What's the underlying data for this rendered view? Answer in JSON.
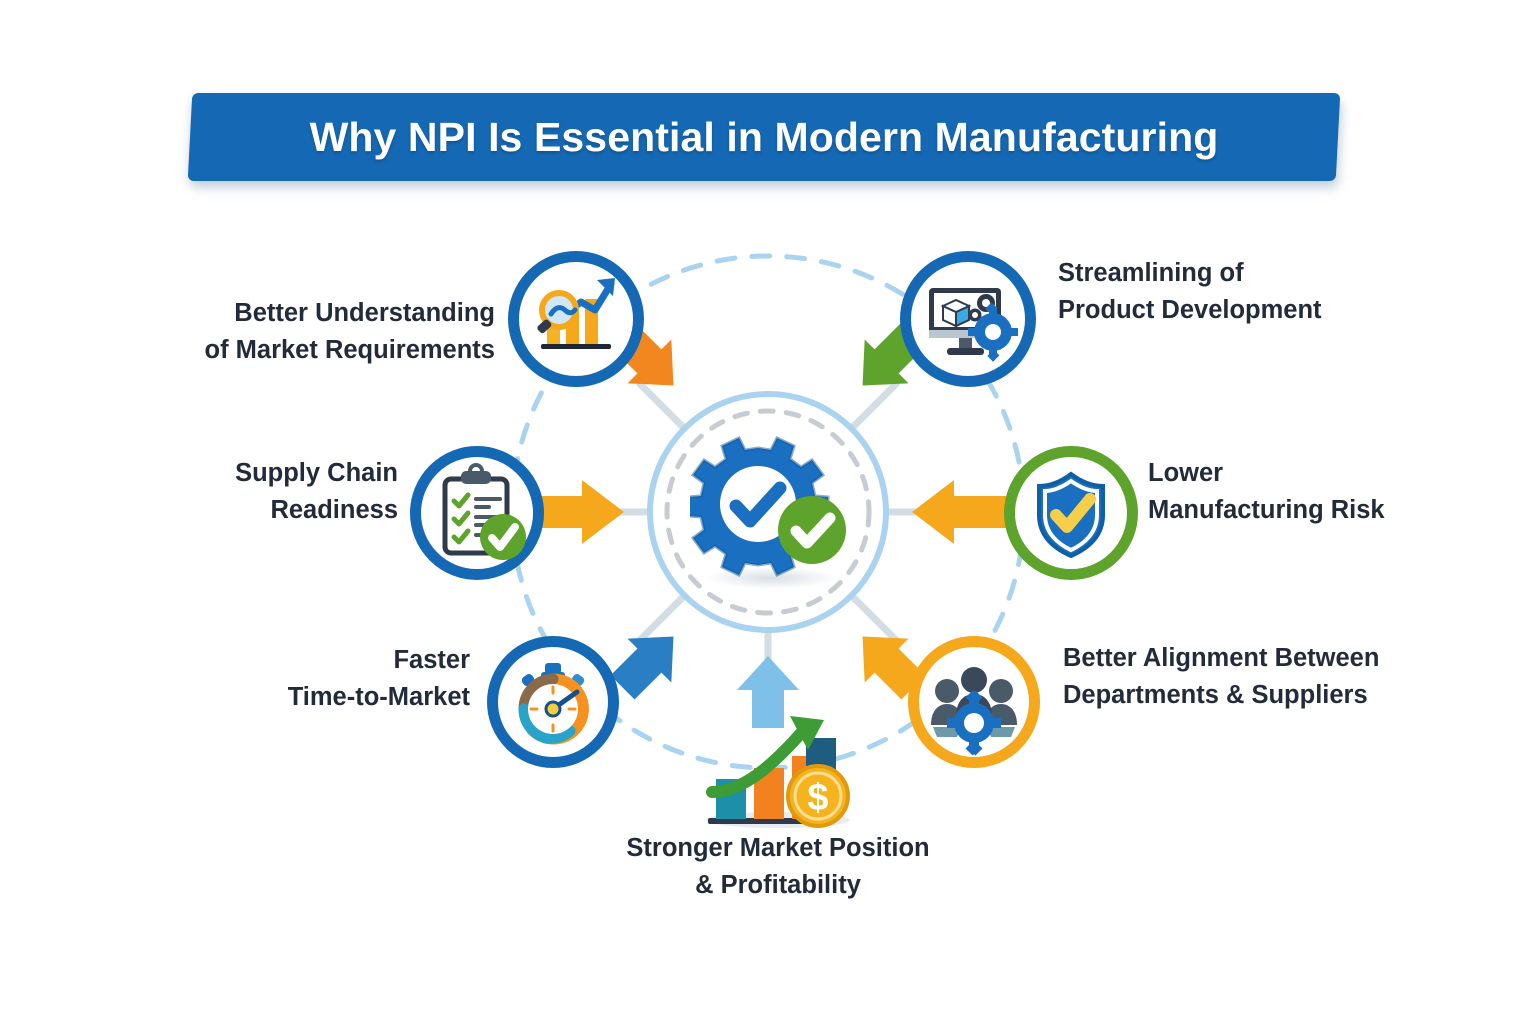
{
  "title": {
    "text": "Why NPI Is Essential in Modern Manufacturing",
    "banner_color": "#1569b4",
    "text_color": "#ffffff"
  },
  "theme": {
    "text_color": "#232b3b",
    "blue": "#1569b4",
    "green": "#5ea32b",
    "amber": "#f5a81c",
    "orange": "#f2871f",
    "light_blue": "#a9d3ef",
    "gray_dash": "#c6ccd2",
    "background": "#ffffff"
  },
  "center": {
    "icon": "gear-check-icon",
    "description": "Blue gear with blue checkmark and green circular checkmark badge",
    "ring_outer_dashed_color": "#a9d3ef",
    "ring_inner_solid_color": "#a9d3ef",
    "ring_inner_dashed_color": "#c6ccd2"
  },
  "nodes": [
    {
      "id": "market-requirements",
      "icon": "magnifier-bar-chart-icon",
      "ring_color": "#1569b4",
      "label_lines": [
        "Better Understanding",
        "of Market Requirements"
      ],
      "label_align": "right",
      "arrow_color": "#f2871f",
      "arrow_direction": "down-right-to-center"
    },
    {
      "id": "product-development",
      "icon": "monitor-box-gears-icon",
      "ring_color": "#1569b4",
      "label_lines": [
        "Streamlining of",
        "Product Development"
      ],
      "label_align": "left",
      "arrow_color": "#5ea32b",
      "arrow_direction": "down-left-to-center"
    },
    {
      "id": "supply-chain-readiness",
      "icon": "clipboard-checklist-icon",
      "ring_color": "#1569b4",
      "label_lines": [
        "Supply Chain",
        "Readiness"
      ],
      "label_align": "right",
      "arrow_color": "#f5a81c",
      "arrow_direction": "right-to-center"
    },
    {
      "id": "manufacturing-risk",
      "icon": "shield-check-icon",
      "ring_color": "#5ea32b",
      "label_lines": [
        "Lower",
        "Manufacturing Risk"
      ],
      "label_align": "left",
      "arrow_color": "#f5a81c",
      "arrow_direction": "left-to-center"
    },
    {
      "id": "time-to-market",
      "icon": "stopwatch-icon",
      "ring_color": "#1569b4",
      "label_lines": [
        "Faster",
        "Time-to-Market"
      ],
      "label_align": "right",
      "arrow_color": "#2a7fc4",
      "arrow_direction": "up-right-to-center"
    },
    {
      "id": "alignment-departments-suppliers",
      "icon": "team-gear-icon",
      "ring_color": "#f5a81c",
      "label_lines": [
        "Better Alignment Between",
        "Departments & Suppliers"
      ],
      "label_align": "left",
      "arrow_color": "#f5a81c",
      "arrow_direction": "up-left-to-center"
    },
    {
      "id": "market-position-profitability",
      "icon": "growth-chart-coin-icon",
      "ring_color": "none",
      "label_lines": [
        "Stronger Market Position",
        "& Profitability"
      ],
      "label_align": "center",
      "arrow_color": "#7fc0e8",
      "arrow_direction": "up-to-center"
    }
  ]
}
